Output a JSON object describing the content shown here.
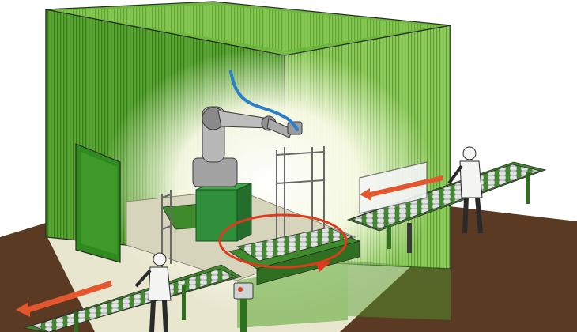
{
  "colors": {
    "background": "#ffffff",
    "floor_brown": "#5a3a22",
    "floor_light": "#e8e6cf",
    "cell_green": "#4f9a2e",
    "cell_green_dark": "#2f6e1a",
    "cell_green_light": "#9ed36a",
    "glow": "#fffbe6",
    "conveyor_frame": "#3f8a2b",
    "roller": "#d9dedc",
    "robot_gray": "#9a9a9a",
    "robot_base": "#2f8f3a",
    "turntable_ring": "#e03a1e",
    "arrow_red": "#e4572e",
    "hose_blue": "#2a7fc9",
    "worker_white": "#f4f4f2",
    "outline": "#2a2a2a"
  },
  "scene": {
    "elements": [
      "robot-cell-enclosure",
      "industrial-robot-arm",
      "turntable-rotation-arrow",
      "left-conveyor",
      "right-conveyor",
      "access-door",
      "operator-left",
      "operator-right",
      "control-panel"
    ]
  }
}
